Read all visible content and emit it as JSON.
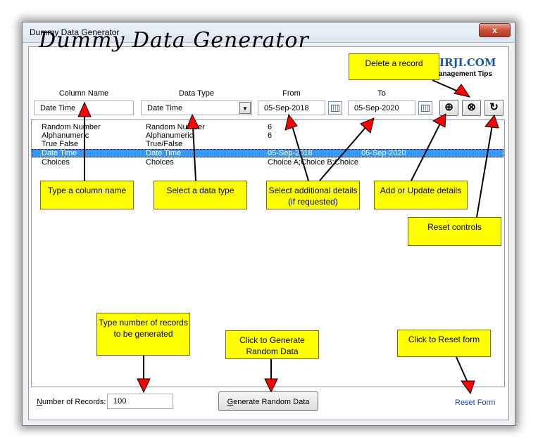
{
  "window": {
    "title": "Dummy Data Generator",
    "close_label": "x"
  },
  "app_title": "Dummy Data Generator",
  "logo": {
    "main": "IRJI.COM",
    "sub": "anagement Tips"
  },
  "labels": {
    "column_name": "Column Name",
    "data_type": "Data Type",
    "from": "From",
    "to": "To"
  },
  "inputs": {
    "column_name_value": "Date Time",
    "data_type_value": "Date Time",
    "from_value": "05-Sep-2018",
    "to_value": "05-Sep-2020"
  },
  "buttons": {
    "add": "⊕",
    "delete": "⊗",
    "reset": "↻"
  },
  "list": {
    "rows": [
      {
        "name": "Random Number",
        "type": "Random Number",
        "from": "6",
        "to": ""
      },
      {
        "name": "Alphanumeric",
        "type": "Alphanumeric",
        "from": "6",
        "to": ""
      },
      {
        "name": "True False",
        "type": "True/False",
        "from": "",
        "to": ""
      },
      {
        "name": "Date Time",
        "type": "Date Time",
        "from": "05-Sep-2018",
        "to": "05-Sep-2020"
      },
      {
        "name": "Choices",
        "type": "Choices",
        "from": "Choice A;Choice B;Choice",
        "to": ""
      }
    ],
    "selected_index": 3
  },
  "notes": {
    "delete_record": "Delete a record",
    "type_column": "Type a column name",
    "select_type": "Select a data type",
    "select_details": "Select additional details (if requested)",
    "add_update": "Add or Update details",
    "reset_controls": "Reset controls",
    "type_number": "Type number of records to be generated",
    "click_generate": "Click to Generate Random Data",
    "click_reset": "Click to Reset form"
  },
  "bottom": {
    "records_label_underlined": "N",
    "records_label_rest": "umber of Records:",
    "records_value": "100",
    "generate_underlined": "G",
    "generate_rest": "enerate Random Data",
    "reset_form": "Reset Form"
  },
  "colors": {
    "note_fill": "#ffff00",
    "arrow_red": "#ff0000",
    "selection": "#3399ff",
    "link": "#1f3fbf"
  }
}
